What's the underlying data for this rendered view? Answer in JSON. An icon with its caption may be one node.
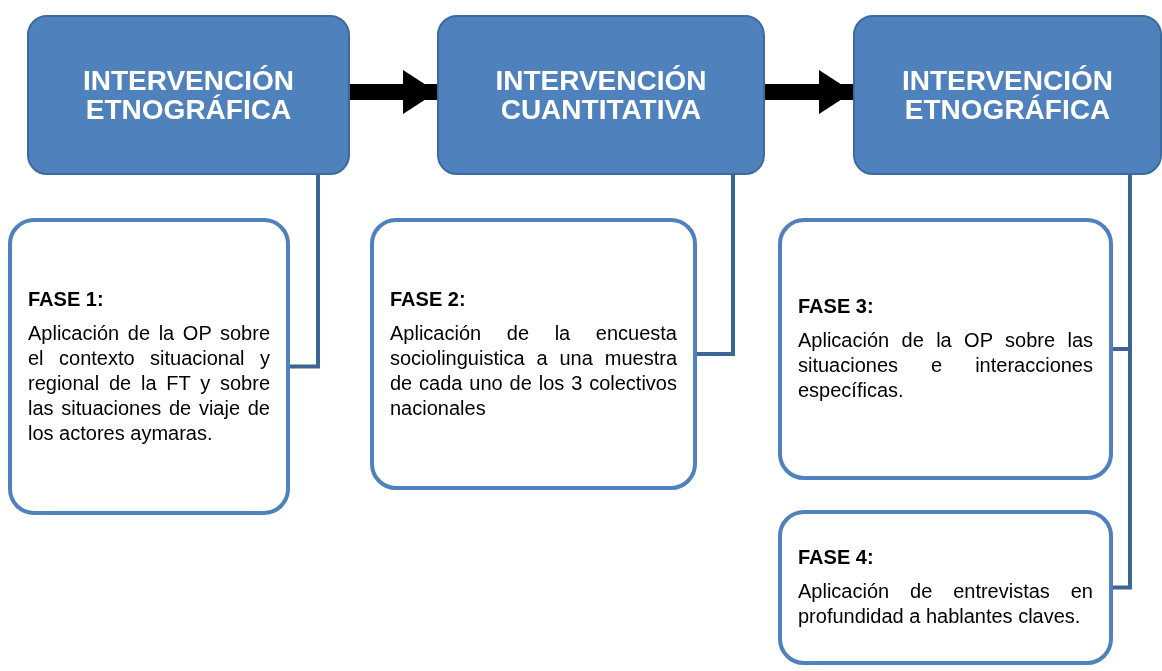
{
  "diagram": {
    "nodes": [
      {
        "text": [
          "INTERVENCIÓN ETNOGRÁFICA"
        ]
      },
      {
        "text": [
          "INTERVENCIÓN CUANTITATIVA"
        ]
      },
      {
        "text": [
          "INTERVENCIÓN ETNOGRÁFICA"
        ]
      },
      {
        "text": [
          "FASE 1:",
          "Aplicación de la OP sobre el contexto situacional y regional de la FT y sobre las situaciones de viaje de los actores aymaras."
        ]
      },
      {
        "text": [
          "FASE 2:",
          "Aplicación de la encuesta sociolinguistica a una muestra de cada uno de los 3 colectivos nacionales"
        ]
      },
      {
        "text": [
          "FASE 3:",
          "Aplicación de la OP sobre las situaciones e interacciones específicas."
        ]
      },
      {
        "text": [
          "FASE 4:",
          "Aplicación de entrevistas en profundidad a hablantes claves."
        ]
      }
    ],
    "edges": [
      {
        "from": 0,
        "to": 1,
        "arrow": "to",
        "style": "thick",
        "color": "#000000"
      },
      {
        "from": 1,
        "to": 2,
        "arrow": "to",
        "style": "thick",
        "color": "#000000"
      },
      {
        "from": 0,
        "to": 3,
        "arrow": "none"
      },
      {
        "from": 1,
        "to": 4,
        "arrow": "none"
      },
      {
        "from": 2,
        "to": 5,
        "arrow": "none"
      },
      {
        "from": 2,
        "to": 6,
        "arrow": "none"
      }
    ]
  }
}
